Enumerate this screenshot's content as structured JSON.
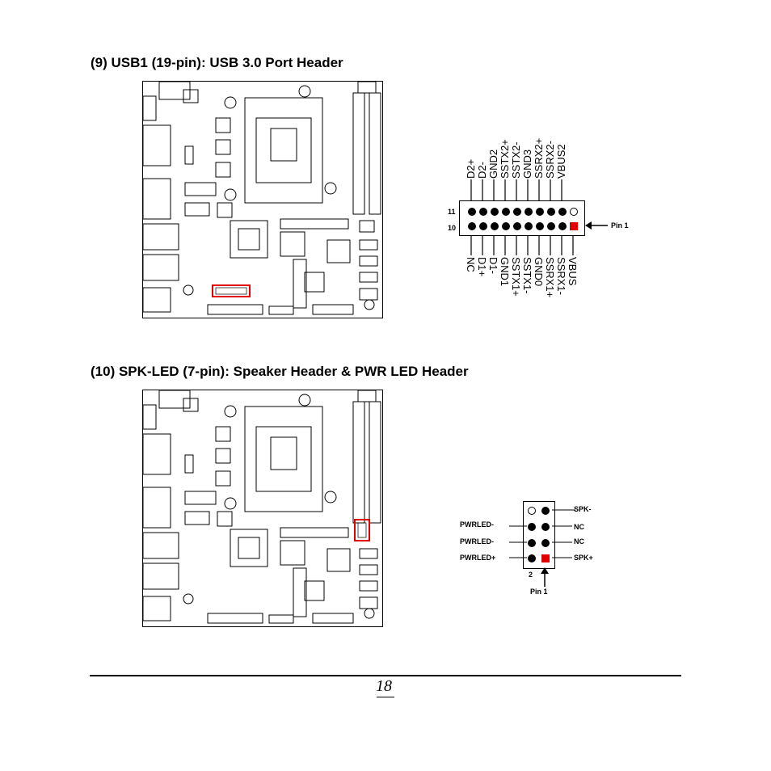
{
  "section9": {
    "title": "(9) USB1 (19-pin): USB 3.0 Port Header",
    "top_labels": [
      "D2+",
      "D2-",
      "GND2",
      "SSTX2+",
      "SSTX2-",
      "GND3",
      "SSRX2+",
      "SSRX2-",
      "VBUS2"
    ],
    "bottom_labels": [
      "NC",
      "D1+",
      "D1-",
      "GND1",
      "SSTX1+",
      "SSTX1-",
      "GND0",
      "SSRX1+",
      "SSRX1-",
      "VBUS"
    ],
    "row_label_top": "11",
    "row_label_bottom": "10",
    "pin1_label": "Pin 1"
  },
  "section10": {
    "title": "(10) SPK-LED (7-pin): Speaker Header & PWR LED Header",
    "left_labels": [
      "PWRLED-",
      "PWRLED-",
      "PWRLED+"
    ],
    "right_labels": [
      "SPK-",
      "NC",
      "NC",
      "SPK+"
    ],
    "col_label": "2",
    "pin1_label": "Pin 1"
  },
  "footer": {
    "page_number": "18"
  },
  "colors": {
    "highlight": "#e00000",
    "line": "#000000"
  }
}
